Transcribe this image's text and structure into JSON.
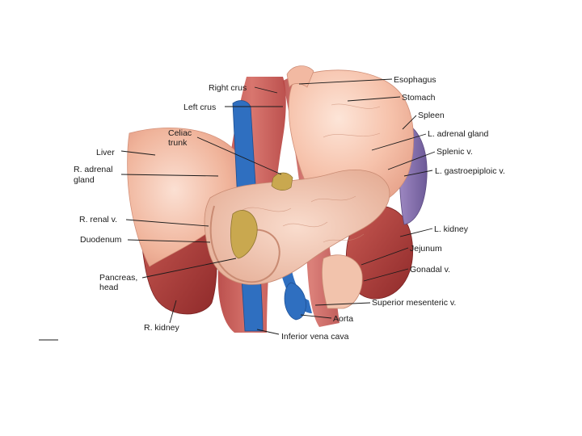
{
  "labels": {
    "esophagus": "Esophagus",
    "right_crus": "Right crus",
    "stomach": "Stomach",
    "left_crus": "Left crus",
    "spleen": "Spleen",
    "celiac_trunk_line1": "Celiac",
    "celiac_trunk_line2": "trunk",
    "l_adrenal_gland": "L. adrenal gland",
    "liver": "Liver",
    "splenic_v": "Splenic v.",
    "r_adrenal_line1": "R. adrenal",
    "r_adrenal_line2": "gland",
    "l_gastroepiploic_v": "L. gastroepiploic v.",
    "r_renal_v": "R. renal v.",
    "l_kidney": "L. kidney",
    "duodenum": "Duodenum",
    "jejunum": "Jejunum",
    "gonadal_v": "Gonadal v.",
    "pancreas_head_line1": "Pancreas,",
    "pancreas_head_line2": "head",
    "superior_mesenteric_v": "Superior mesenteric v.",
    "aorta": "Aorta",
    "r_kidney": "R. kidney",
    "inferior_vena_cava": "Inferior vena cava"
  },
  "colors": {
    "liver": "#f1b9a0",
    "stomach": "#f6c3ad",
    "spleen": "#8f79b6",
    "kidney": "#b3423f",
    "muscle": "#c6514d",
    "vein": "#2f6fc0",
    "pancreas": "#f2c9b3",
    "gland": "#c9a84f"
  }
}
